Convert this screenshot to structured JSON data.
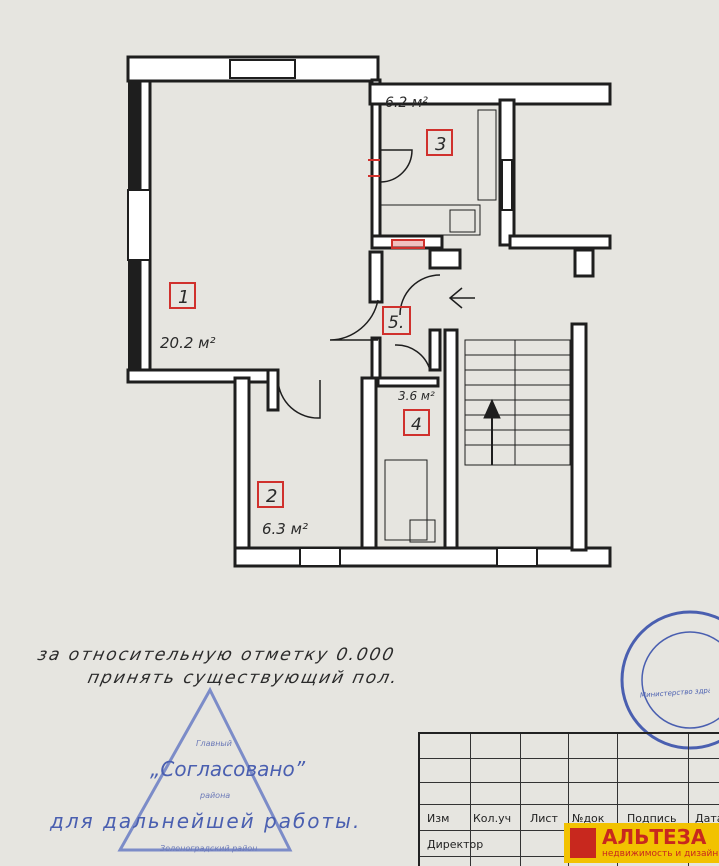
{
  "plan": {
    "rooms": [
      {
        "number": "1",
        "area": "20.2 м²"
      },
      {
        "number": "2",
        "area": "6.3 м²"
      },
      {
        "number": "3",
        "area": "6.2 м²"
      },
      {
        "number": "4",
        "area": "3.6 м²"
      },
      {
        "number": "5.",
        "area": ""
      }
    ],
    "marker_color": "#d0312d"
  },
  "note": {
    "line1": "за относительную отметку 0.000",
    "line2": "принять существующий пол."
  },
  "approval": {
    "handwritten1": "„Согласовано”",
    "handwritten2": "для дальнейшей работы.",
    "stamp_triangle_text": [
      "Главный",
      "района",
      "Зеленоградский район"
    ],
    "stamp_round_text": "Министерство здравоохранения ... Зеленоградск"
  },
  "title_block": {
    "headers": [
      "Изм",
      "Кол.уч",
      "Лист",
      "№док",
      "Подпись",
      "Дата"
    ],
    "row_label": "Директор"
  },
  "logo": {
    "name": "АЛЬТЕЗА",
    "tagline": "недвижимость и дизайн"
  }
}
